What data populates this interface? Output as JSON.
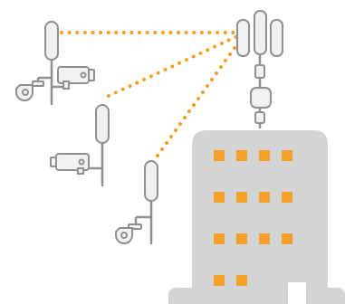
{
  "colors": {
    "background": "#ffffff",
    "device_fill": "#f0f1f1",
    "device_stroke": "#8e9090",
    "building_fill": "#d3d4d4",
    "window_color": "#f6a02a",
    "link_color": "#f6a02a",
    "door_fill": "#ffffff"
  },
  "icons": {
    "wireless_antennas": [
      "antenna-icon",
      "antenna-icon",
      "antenna-icon"
    ],
    "base_station": "base-station-icon",
    "building": "building-icon",
    "window": "window-icon",
    "cameras": [
      "dome-camera-icon",
      "bullet-camera-icon",
      "bullet-camera-icon",
      "dome-camera-icon"
    ]
  },
  "diagram": {
    "links": [
      {
        "name": "link-pole-1",
        "style": "dotted"
      },
      {
        "name": "link-pole-2",
        "style": "dotted"
      },
      {
        "name": "link-pole-3",
        "style": "dotted"
      }
    ],
    "building": {
      "window_rows": [
        4,
        4,
        4,
        2
      ]
    }
  }
}
